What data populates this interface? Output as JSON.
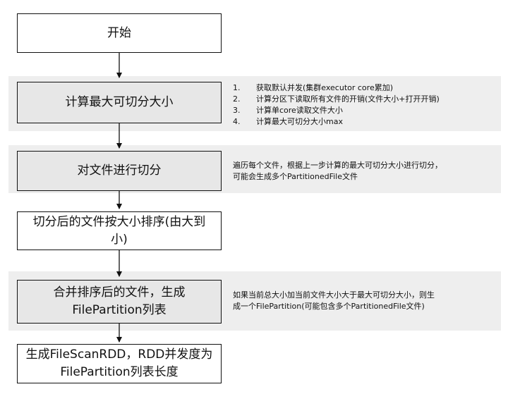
{
  "nodes": [
    {
      "id": "start",
      "text": "开始"
    },
    {
      "id": "compute",
      "text": "计算最大可切分大小"
    },
    {
      "id": "split",
      "text": "对文件进行切分"
    },
    {
      "id": "sort_line1",
      "text": "切分后的文件按大小排序(由大到"
    },
    {
      "id": "sort_line2",
      "text": "小)"
    },
    {
      "id": "merge_line1",
      "text": "合并排序后的文件，生成"
    },
    {
      "id": "merge_line2",
      "text": "FilePartition列表"
    },
    {
      "id": "rdd_line1",
      "text": "生成FileScanRDD，RDD并发度为"
    },
    {
      "id": "rdd_line2",
      "text": "FilePartition列表长度"
    }
  ],
  "notes": {
    "compute_steps": [
      {
        "num": "1.",
        "text": "获取默认并发(集群executor core累加)"
      },
      {
        "num": "2.",
        "text": "计算分区下读取所有文件的开销(文件大小+打开开销)"
      },
      {
        "num": "3.",
        "text": "计算单core读取文件大小"
      },
      {
        "num": "4.",
        "text": "计算最大可切分大小max"
      }
    ],
    "split_note": {
      "line1": "遍历每个文件，根据上一步计算的最大可切分大小进行切分，",
      "line2": "可能会生成多个PartitionedFile文件"
    },
    "merge_note": {
      "line1": "如果当前总大小加当前文件大小大于最大可切分大小，则生",
      "line2": "成一个FilePartition(可能包含多个PartitionedFile文件)"
    }
  },
  "colors": {
    "band": "#eeeeee",
    "highlight_box": "#e7e7e7",
    "border": "#111111"
  }
}
